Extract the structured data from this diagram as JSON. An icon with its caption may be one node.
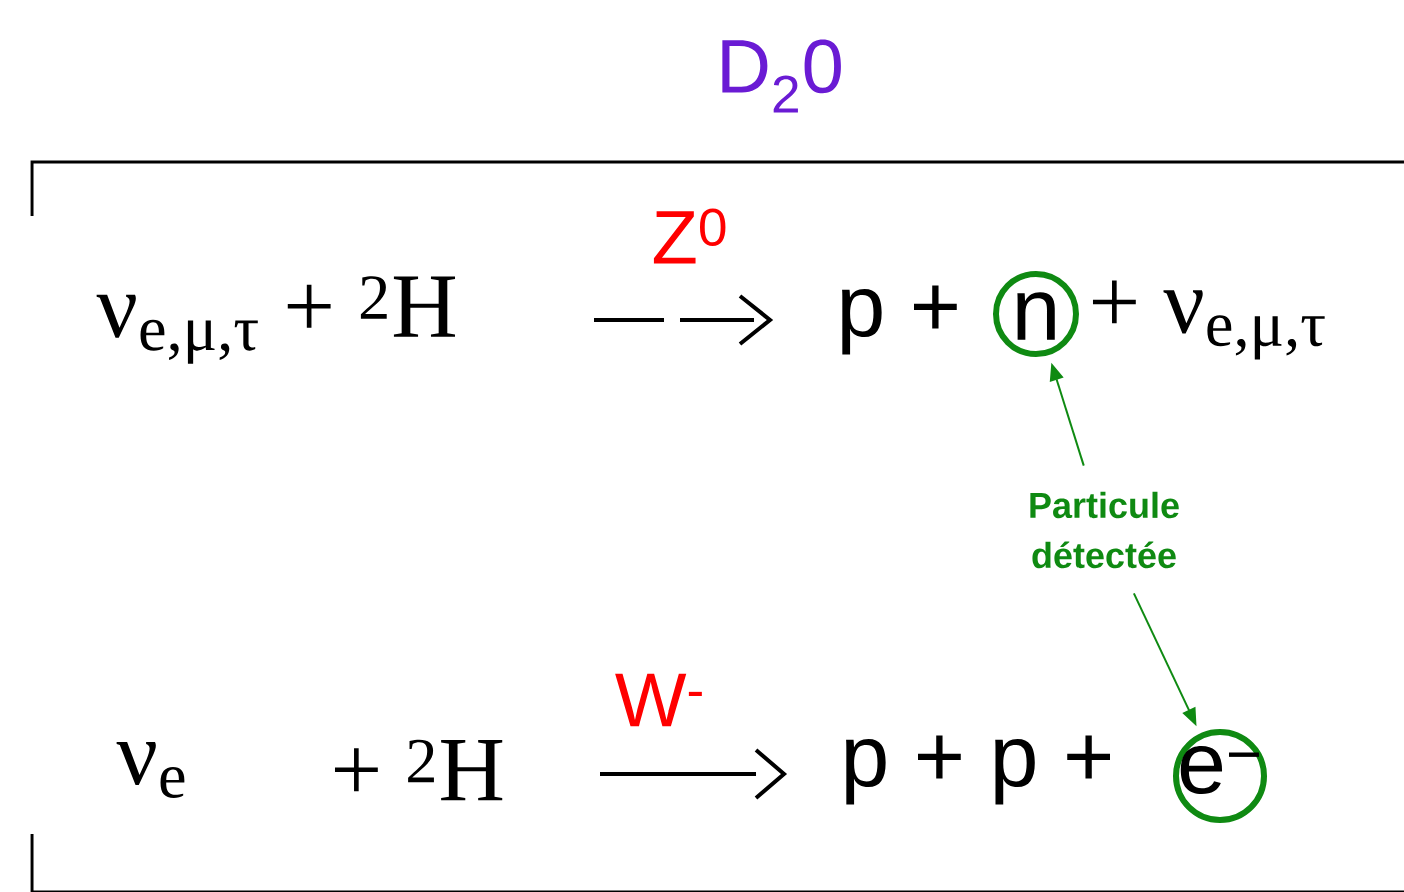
{
  "diagram": {
    "title": "D$_{2}$0",
    "nodes": [
      {
        "text": [
          "Particule détectée"
        ]
      },
      {
        "text": [],
        "shape": "circle"
      },
      {
        "text": [],
        "shape": "circle"
      }
    ],
    "edges": [
      {
        "from": 0,
        "to": 1,
        "arrow": "to"
      },
      {
        "from": 0,
        "to": 2,
        "arrow": "to"
      }
    ],
    "labels": [
      "Z$^{0}$",
      "ν$_{e,μ,τ}$ + $^{2}$H",
      "p +",
      "n",
      "+ ν$_{e,μ,τ}$",
      "W$^{-}$",
      "ν$_{e}$",
      "+ $^{2}$H",
      "p + p +",
      "e$^{−}$"
    ]
  }
}
